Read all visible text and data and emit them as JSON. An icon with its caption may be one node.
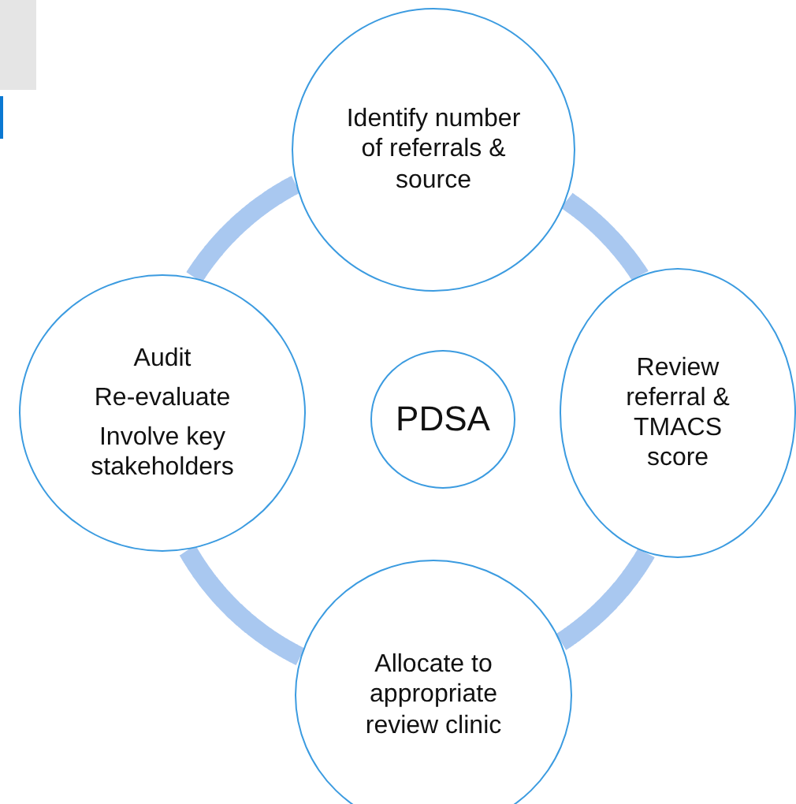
{
  "diagram": {
    "nodes": [
      {
        "text": [
          "Identify number of referrals & source"
        ]
      },
      {
        "text": [
          "Review referral & TMACS score"
        ]
      },
      {
        "text": [
          "Allocate to appropriate review clinic"
        ]
      },
      {
        "text": [
          "Audit",
          "Re-evaluate",
          "Involve key stakeholders"
        ]
      },
      {
        "text": [
          "PDSA"
        ]
      }
    ],
    "edges": [
      {
        "from": 0,
        "to": 1,
        "arrow": "none"
      },
      {
        "from": 1,
        "to": 2,
        "arrow": "none"
      },
      {
        "from": 2,
        "to": 3,
        "arrow": "none"
      },
      {
        "from": 3,
        "to": 0,
        "arrow": "none"
      }
    ]
  }
}
